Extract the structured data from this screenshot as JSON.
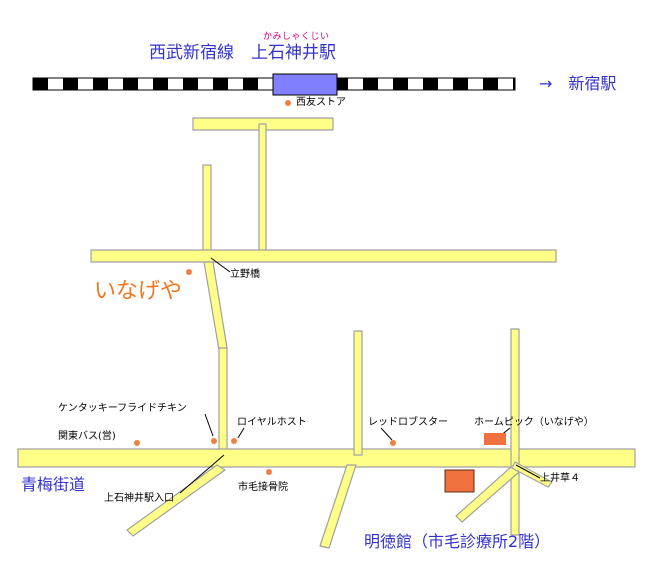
{
  "station": {
    "ruby": "かみしゃくじい",
    "title": "西武新宿線　上石神井駅",
    "direction": "→　新宿駅"
  },
  "landmarks": {
    "seiyu": "西友ストア",
    "tatenobashi": "立野橋",
    "inageya": "いなげや",
    "kfc": "ケンタッキーフライドチキン",
    "kanto_bus": "関東バス(営)",
    "royal_host": "ロイヤルホスト",
    "red_lobster": "レッドロブスター",
    "home_pick": "ホームピック（いなげや）",
    "ome_kaido": "青梅街道",
    "station_entrance": "上石神井駅入口",
    "shimo_clinic": "市毛接骨院",
    "kamiigusa": "上井草４",
    "meitokukan": "明徳館（市毛診療所2階）"
  },
  "colors": {
    "road_fill": "#ffff88",
    "road_outline": "#a0a0a0",
    "rail_dark": "#000000",
    "rail_light": "#ffffff",
    "station_block": "#8080ff",
    "marker": "#f08040",
    "building": "#f07040",
    "label_blue": "#3333cc",
    "label_orange": "#f07820",
    "ruby_pink": "#e0007f"
  }
}
